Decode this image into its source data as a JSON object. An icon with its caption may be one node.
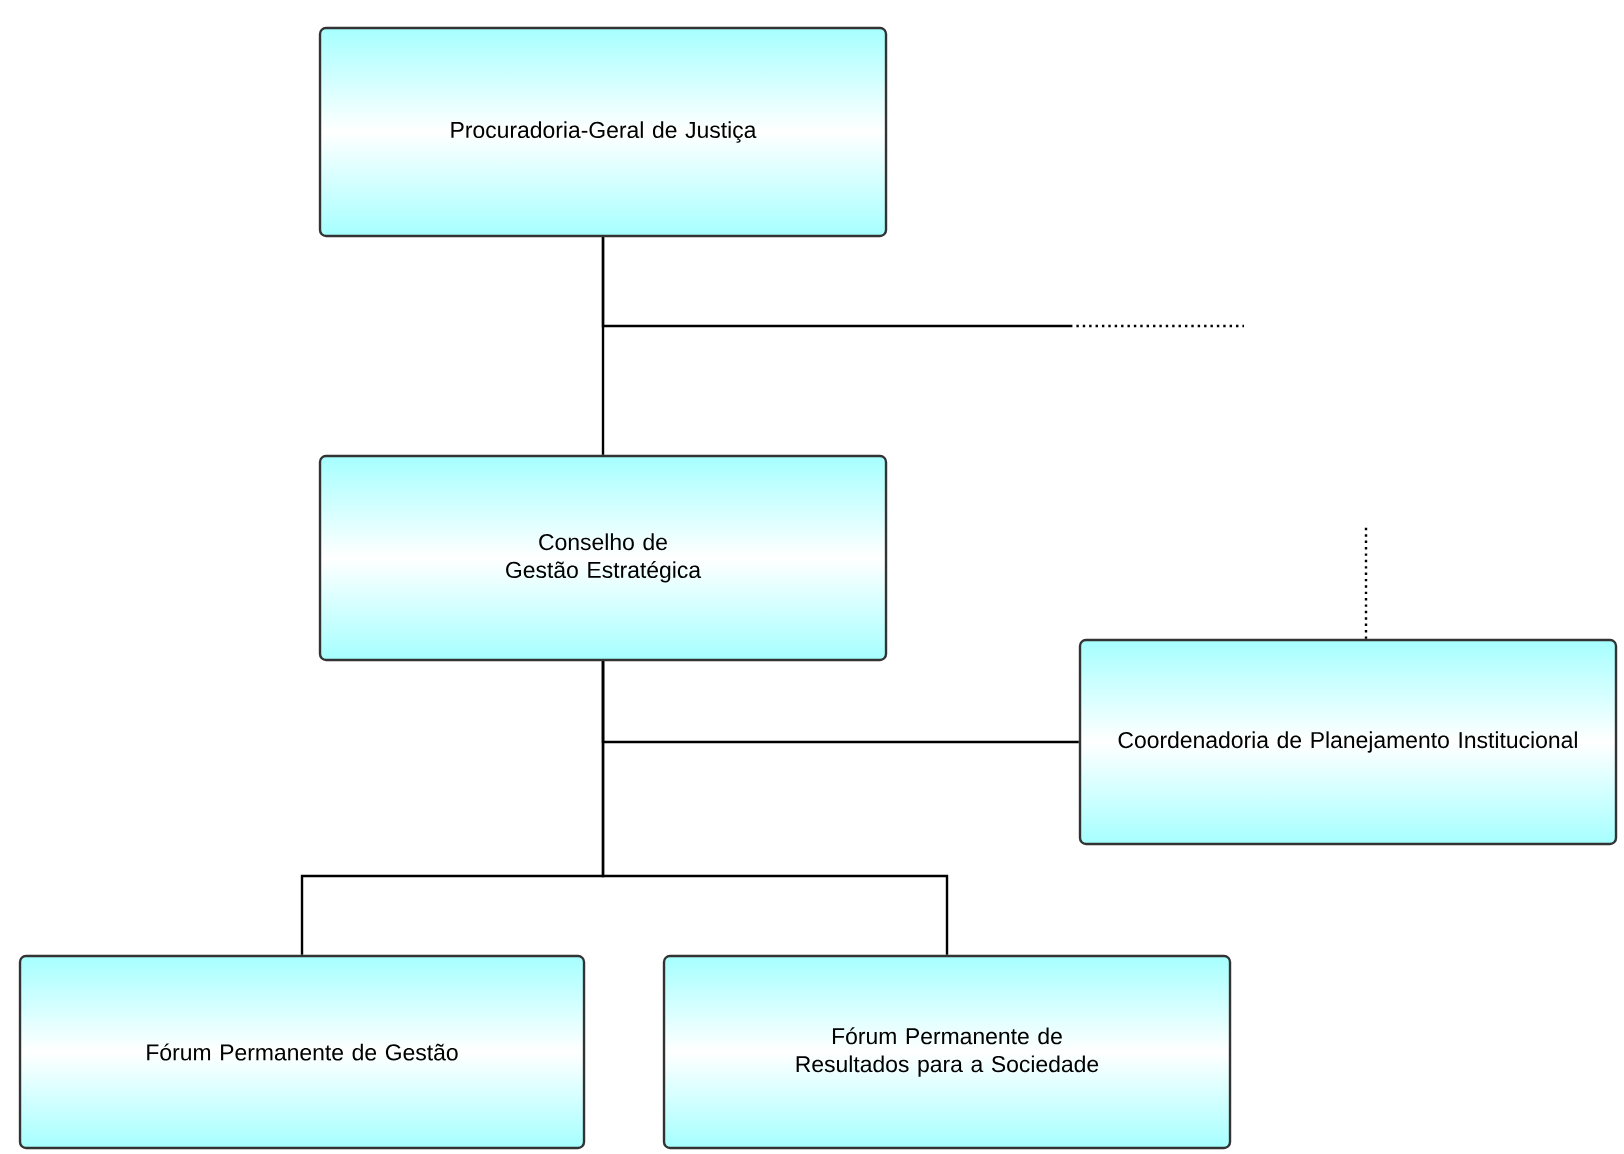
{
  "diagram": {
    "nodes": [
      {
        "text": [
          "Procuradoria-Geral de Justiça"
        ]
      },
      {
        "text": [
          "Conselho de Gestão Estratégica"
        ]
      },
      {
        "text": [
          "Coordenadoria de Planejamento Institucional"
        ]
      },
      {
        "text": [
          "Fórum Permanente de Gestão"
        ]
      },
      {
        "text": [
          "Fórum Permanente de Resultados para a Sociedade"
        ]
      }
    ],
    "edges": [
      {
        "from": 0,
        "to": 1,
        "arrow": "none"
      },
      {
        "from": 0,
        "to": null,
        "arrow": "none"
      },
      {
        "from": 1,
        "to": 2,
        "arrow": "none"
      },
      {
        "from": 2,
        "to": null,
        "arrow": "none",
        "style": "dashed"
      },
      {
        "from": 1,
        "to": 3,
        "arrow": "none"
      },
      {
        "from": 1,
        "to": 4,
        "arrow": "none"
      }
    ]
  }
}
